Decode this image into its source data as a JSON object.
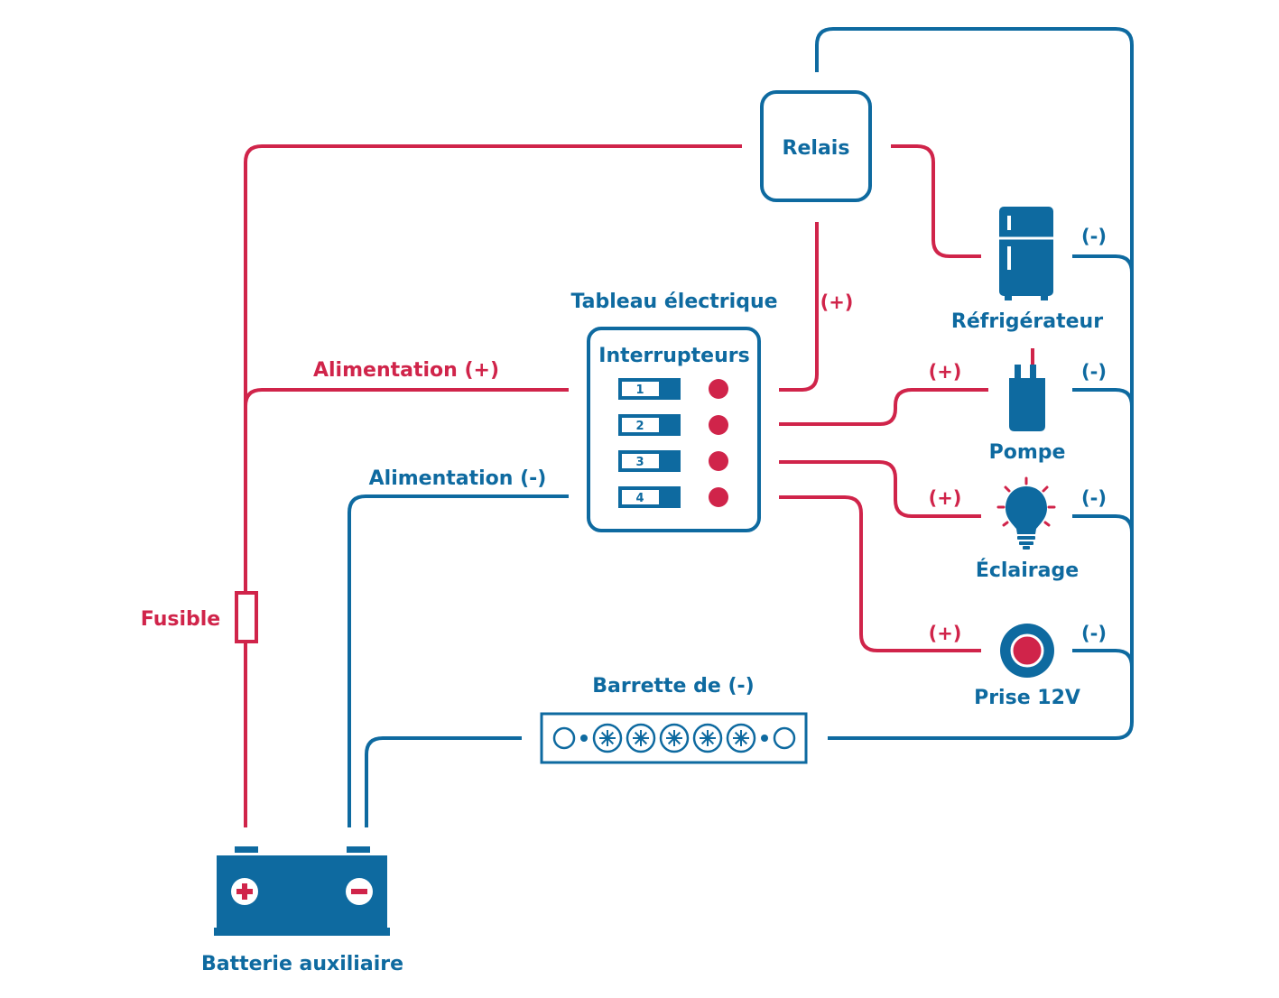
{
  "colors": {
    "blue": "#0e6aa0",
    "red": "#d0244a",
    "background": "#ffffff"
  },
  "components": {
    "relay": "Relais",
    "panel_title": "Tableau électrique",
    "switches_title": "Interrupteurs",
    "fridge": "Réfrigérateur",
    "pump": "Pompe",
    "lighting": "Éclairage",
    "socket": "Prise 12V",
    "ground_bar": "Barrette de (-)",
    "battery": "Batterie auxiliaire"
  },
  "wires": {
    "supply_pos": "Alimentation (+)",
    "supply_neg": "Alimentation (-)",
    "fuse": "Fusible",
    "pos": "(+)",
    "neg": "(-)"
  },
  "switches": [
    "1",
    "2",
    "3",
    "4"
  ],
  "icons": {
    "fridge": "fridge-icon",
    "pump": "pump-icon",
    "lighting": "lightbulb-icon",
    "socket": "socket-icon",
    "battery": "battery-icon",
    "fuse": "fuse-icon",
    "ground_bar": "ground-bar-icon"
  }
}
